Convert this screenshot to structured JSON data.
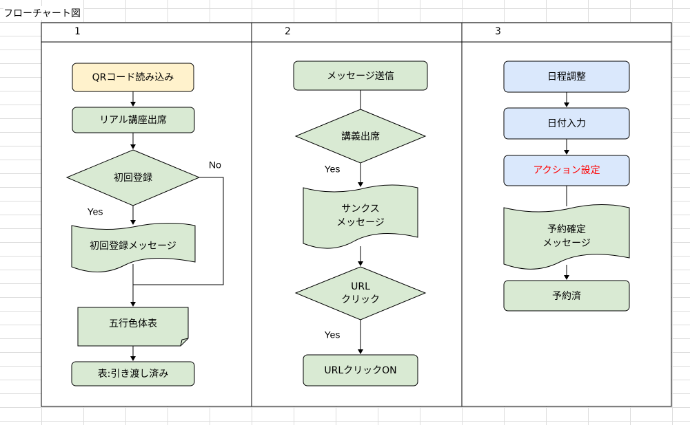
{
  "sheet": {
    "title": "フローチャート図"
  },
  "columns": [
    "1",
    "2",
    "3"
  ],
  "colors": {
    "process_fill": "#d9ead3",
    "start_fill": "#fff2cc",
    "blue_fill": "#dae8fc",
    "stroke": "#000000",
    "highlight_text": "#ff0000"
  },
  "lane1": {
    "qr_read": "QRコード読み込み",
    "attend": "リアル講座出席",
    "first_reg": "初回登録",
    "no": "No",
    "yes": "Yes",
    "first_msg": "初回登録メッセージ",
    "gogyo": "五行色体表",
    "handover": "表:引き渡し済み"
  },
  "lane2": {
    "send_msg": "メッセージ送信",
    "lecture_attend": "講義出席",
    "yes1": "Yes",
    "thanks_line1": "サンクス",
    "thanks_line2": "メッセージ",
    "url_line1": "URL",
    "url_line2": "クリック",
    "yes2": "Yes",
    "url_on": "URLクリックON"
  },
  "lane3": {
    "schedule": "日程調整",
    "date_input": "日付入力",
    "action_set": "アクション設定",
    "confirm_line1": "予約確定",
    "confirm_line2": "メッセージ",
    "reserved": "予約済"
  }
}
